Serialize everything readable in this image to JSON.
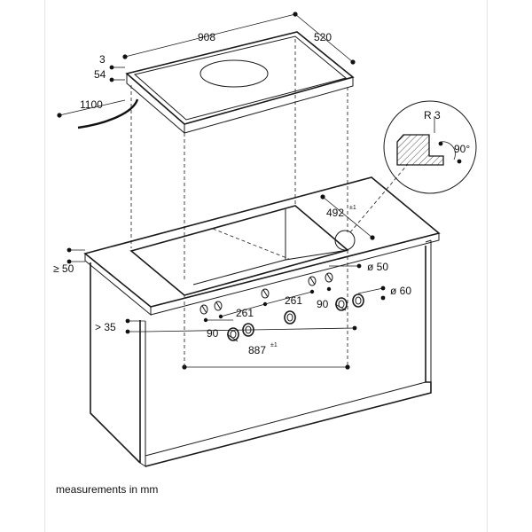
{
  "diagram": {
    "dimensions": {
      "width_top": "908",
      "depth_top": "520",
      "thickness_edge": "3",
      "height_hob": "54",
      "cable_length": "1100",
      "cutout_depth": "492",
      "cutout_depth_tol": "±1",
      "cutout_width": "887",
      "cutout_width_tol": "±1",
      "edge_distance": "≥ 50",
      "front_distance": "> 35",
      "knob_dia_small": "ø 50",
      "knob_dia_large": "ø 60",
      "knob_spacing_a": "261",
      "knob_spacing_b": "261",
      "knob_offset_left": "90",
      "knob_offset_right": "90",
      "radius": "R 3",
      "angle": "90°"
    },
    "caption": "measurements in mm"
  }
}
